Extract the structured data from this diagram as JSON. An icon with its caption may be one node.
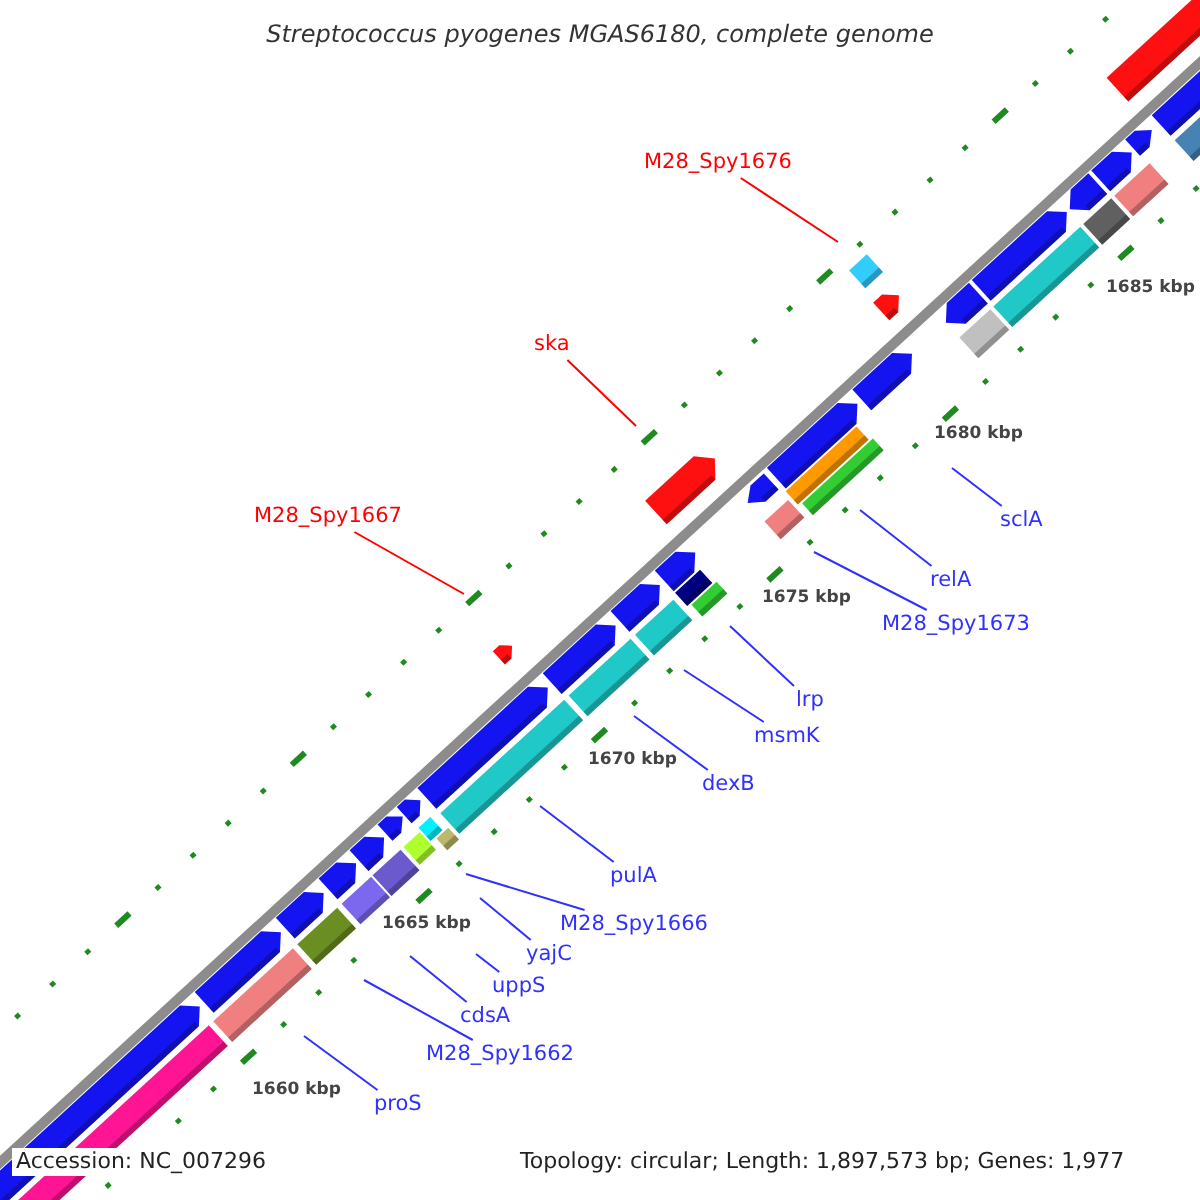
{
  "diagram": {
    "title": "Streptococcus pyogenes MGAS6180, complete genome",
    "nodes": [
      {
        "text": [
          "M28_Spy1676"
        ]
      },
      {
        "text": [
          "ska"
        ]
      },
      {
        "text": [
          "M28_Spy1667"
        ]
      },
      {
        "text": [
          "sclA"
        ]
      },
      {
        "text": [
          "relA"
        ]
      },
      {
        "text": [
          "M28_Spy1673"
        ]
      },
      {
        "text": [
          "lrp"
        ]
      },
      {
        "text": [
          "msmK"
        ]
      },
      {
        "text": [
          "dexB"
        ]
      },
      {
        "text": [
          "pulA"
        ]
      },
      {
        "text": [
          "M28_Spy1666"
        ]
      },
      {
        "text": [
          "yajC"
        ]
      },
      {
        "text": [
          "uppS"
        ]
      },
      {
        "text": [
          "cdsA"
        ]
      },
      {
        "text": [
          "M28_Spy1662"
        ]
      },
      {
        "text": [
          "proS"
        ]
      }
    ],
    "edges": [
      {
        "from": 0,
        "to": null,
        "arrow": "none",
        "color": "#ff0000"
      },
      {
        "from": 1,
        "to": null,
        "arrow": "none",
        "color": "#ff0000"
      },
      {
        "from": 2,
        "to": null,
        "arrow": "none",
        "color": "#ff0000"
      },
      {
        "from": 3,
        "to": null,
        "arrow": "none"
      },
      {
        "from": 4,
        "to": null,
        "arrow": "none"
      },
      {
        "from": 5,
        "to": null,
        "arrow": "none"
      },
      {
        "from": 6,
        "to": null,
        "arrow": "none"
      },
      {
        "from": 7,
        "to": null,
        "arrow": "none"
      },
      {
        "from": 8,
        "to": null,
        "arrow": "none"
      },
      {
        "from": 9,
        "to": null,
        "arrow": "none"
      },
      {
        "from": 10,
        "to": null,
        "arrow": "none"
      },
      {
        "from": 11,
        "to": null,
        "arrow": "none"
      },
      {
        "from": 12,
        "to": null,
        "arrow": "none"
      },
      {
        "from": 13,
        "to": null,
        "arrow": "none"
      },
      {
        "from": 14,
        "to": null,
        "arrow": "none"
      },
      {
        "from": 15,
        "to": null,
        "arrow": "none"
      }
    ],
    "labels": [
      "1685 kbp",
      "1680 kbp",
      "1675 kbp",
      "1670 kbp",
      "1665 kbp",
      "1660 kbp",
      "Accession: NC_007296",
      "Topology: circular; Length: 1,897,573 bp; Genes: 1,977"
    ]
  }
}
